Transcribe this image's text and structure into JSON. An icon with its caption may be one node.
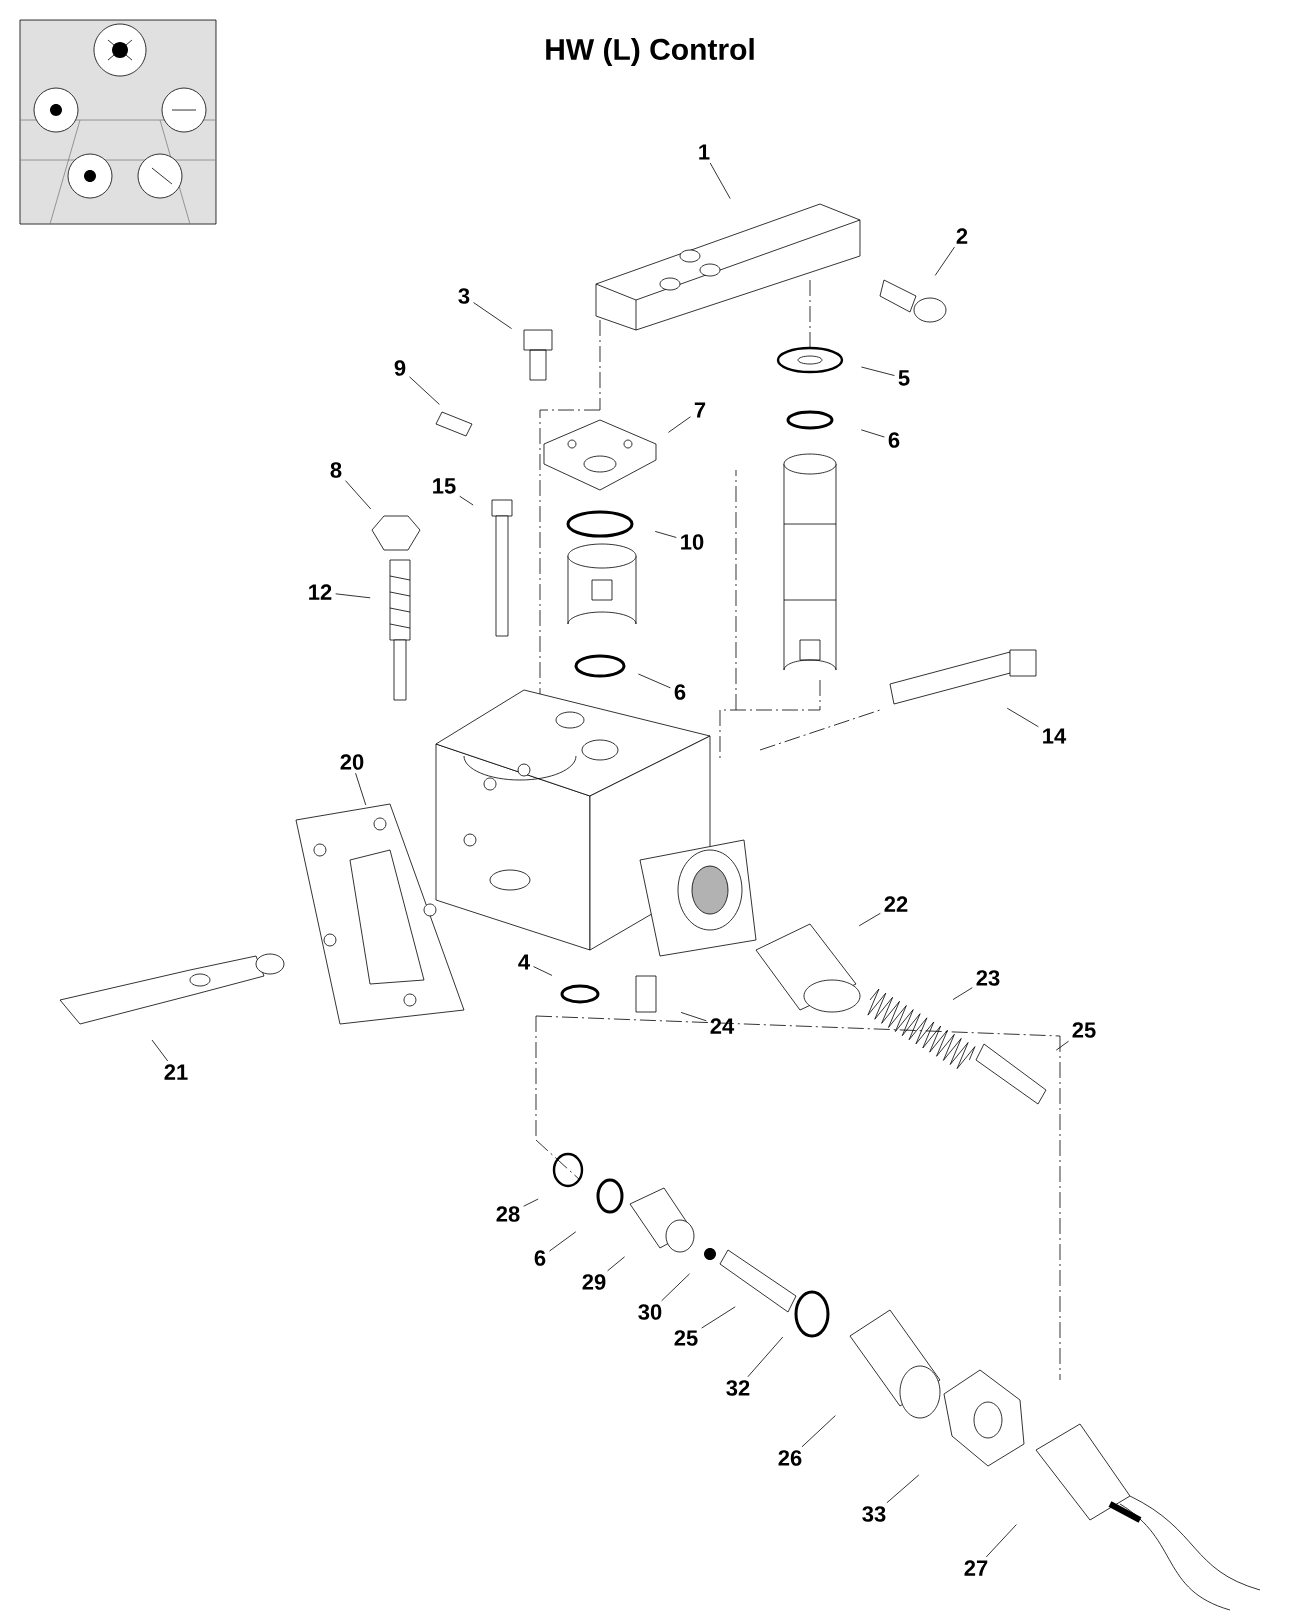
{
  "diagram": {
    "title": "HW (L) Control",
    "nodes": [
      {
        "text": [
          "1"
        ]
      },
      {
        "text": [
          "2"
        ]
      },
      {
        "text": [
          "3"
        ]
      },
      {
        "text": [
          "5"
        ]
      },
      {
        "text": [
          "6"
        ]
      },
      {
        "text": [
          "9"
        ]
      },
      {
        "text": [
          "7"
        ]
      },
      {
        "text": [
          "8"
        ]
      },
      {
        "text": [
          "15"
        ]
      },
      {
        "text": [
          "10"
        ]
      },
      {
        "text": [
          "12"
        ]
      },
      {
        "text": [
          "6"
        ]
      },
      {
        "text": [
          "14"
        ]
      },
      {
        "text": [
          "20"
        ]
      },
      {
        "text": [
          "22"
        ]
      },
      {
        "text": [
          "4"
        ]
      },
      {
        "text": [
          "24"
        ]
      },
      {
        "text": [
          "23"
        ]
      },
      {
        "text": [
          "25"
        ]
      },
      {
        "text": [
          "21"
        ]
      },
      {
        "text": [
          "28"
        ]
      },
      {
        "text": [
          "6"
        ]
      },
      {
        "text": [
          "29"
        ]
      },
      {
        "text": [
          "30"
        ]
      },
      {
        "text": [
          "25"
        ]
      },
      {
        "text": [
          "32"
        ]
      },
      {
        "text": [
          "26"
        ]
      },
      {
        "text": [
          "33"
        ]
      },
      {
        "text": [
          "27"
        ]
      }
    ],
    "edges": [
      {
        "from": 0,
        "to": null,
        "arrow": "none"
      },
      {
        "from": 1,
        "to": null,
        "arrow": "none"
      },
      {
        "from": 2,
        "to": null,
        "arrow": "none"
      },
      {
        "from": 3,
        "to": null,
        "arrow": "none"
      },
      {
        "from": 4,
        "to": null,
        "arrow": "none"
      },
      {
        "from": 5,
        "to": null,
        "arrow": "none"
      },
      {
        "from": 6,
        "to": null,
        "arrow": "none"
      },
      {
        "from": 7,
        "to": null,
        "arrow": "none"
      },
      {
        "from": 8,
        "to": null,
        "arrow": "none"
      },
      {
        "from": 9,
        "to": null,
        "arrow": "none"
      },
      {
        "from": 10,
        "to": null,
        "arrow": "none"
      },
      {
        "from": 11,
        "to": null,
        "arrow": "none"
      },
      {
        "from": 12,
        "to": null,
        "arrow": "none"
      },
      {
        "from": 13,
        "to": null,
        "arrow": "none"
      },
      {
        "from": 14,
        "to": null,
        "arrow": "none"
      },
      {
        "from": 15,
        "to": null,
        "arrow": "none"
      },
      {
        "from": 16,
        "to": null,
        "arrow": "none"
      },
      {
        "from": 17,
        "to": null,
        "arrow": "none"
      },
      {
        "from": 18,
        "to": null,
        "arrow": "none"
      },
      {
        "from": 19,
        "to": null,
        "arrow": "none"
      },
      {
        "from": 20,
        "to": null,
        "arrow": "none"
      },
      {
        "from": 21,
        "to": null,
        "arrow": "none"
      },
      {
        "from": 22,
        "to": null,
        "arrow": "none"
      },
      {
        "from": 23,
        "to": null,
        "arrow": "none"
      },
      {
        "from": 24,
        "to": null,
        "arrow": "none"
      },
      {
        "from": 25,
        "to": null,
        "arrow": "none"
      },
      {
        "from": 26,
        "to": null,
        "arrow": "none"
      },
      {
        "from": 27,
        "to": null,
        "arrow": "none"
      },
      {
        "from": 28,
        "to": null,
        "arrow": "none"
      }
    ]
  }
}
